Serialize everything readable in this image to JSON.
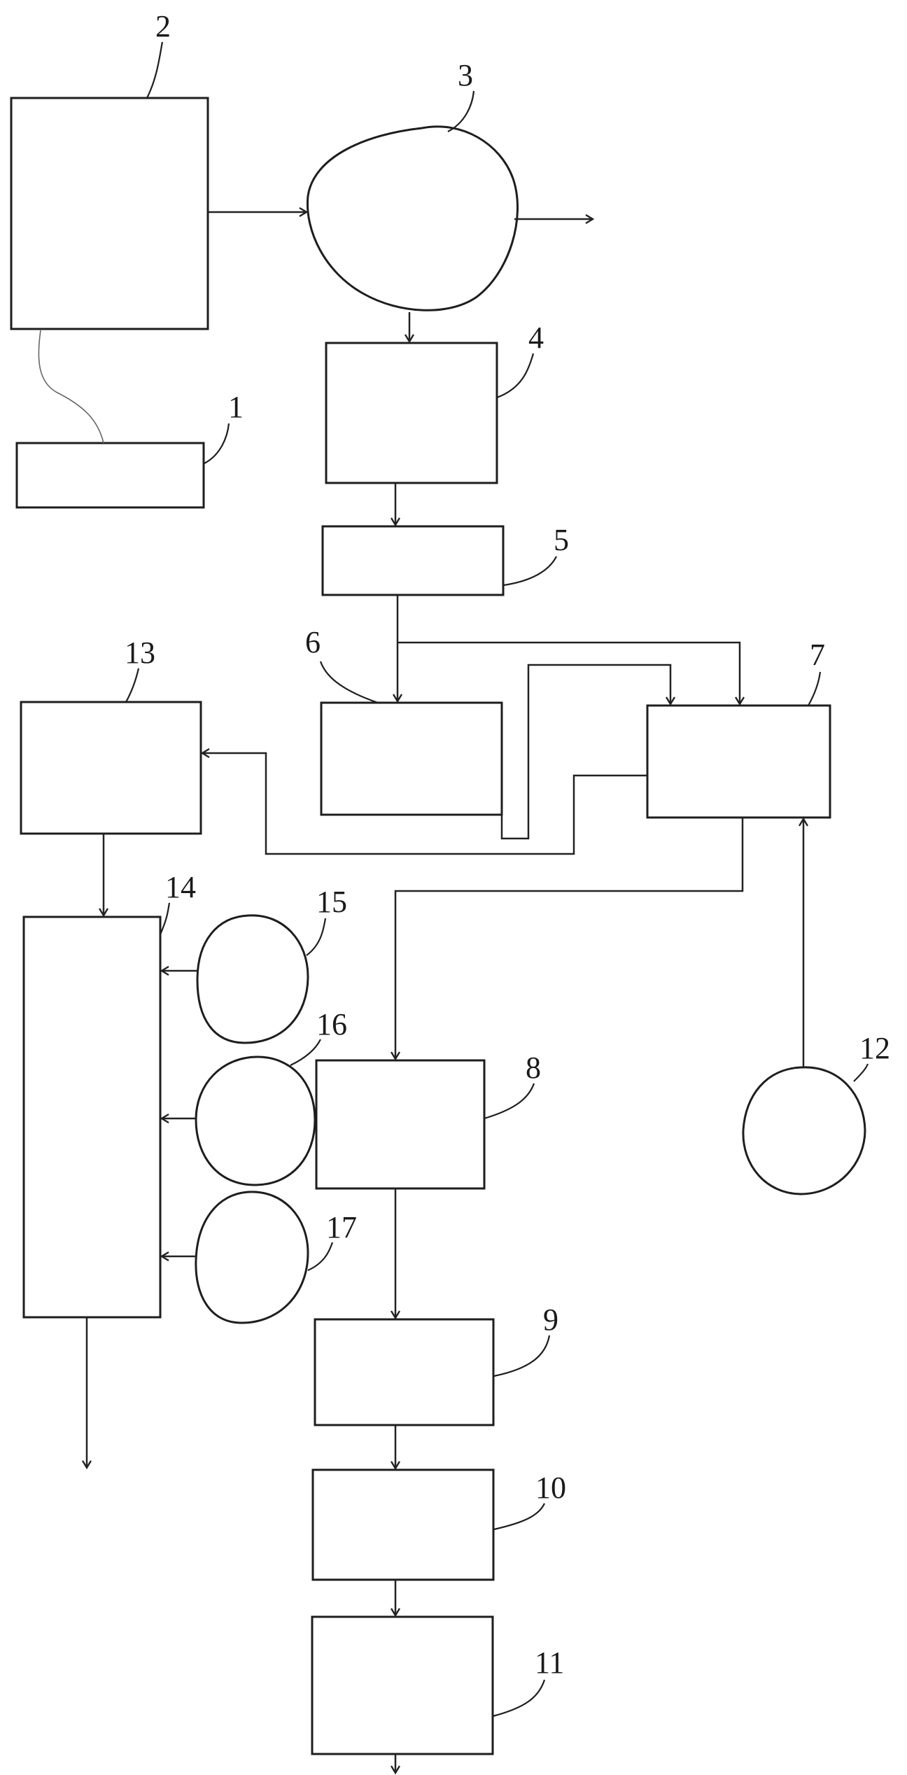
{
  "labels": {
    "n1": "1",
    "n2": "2",
    "n3": "3",
    "n4": "4",
    "n5": "5",
    "n6": "6",
    "n7": "7",
    "n8": "8",
    "n9": "9",
    "n10": "10",
    "n11": "11",
    "n12": "12",
    "n13": "13",
    "n14": "14",
    "n15": "15",
    "n16": "16",
    "n17": "17"
  },
  "colors": {
    "line": "#1e1e1e",
    "background": "#ffffff"
  }
}
